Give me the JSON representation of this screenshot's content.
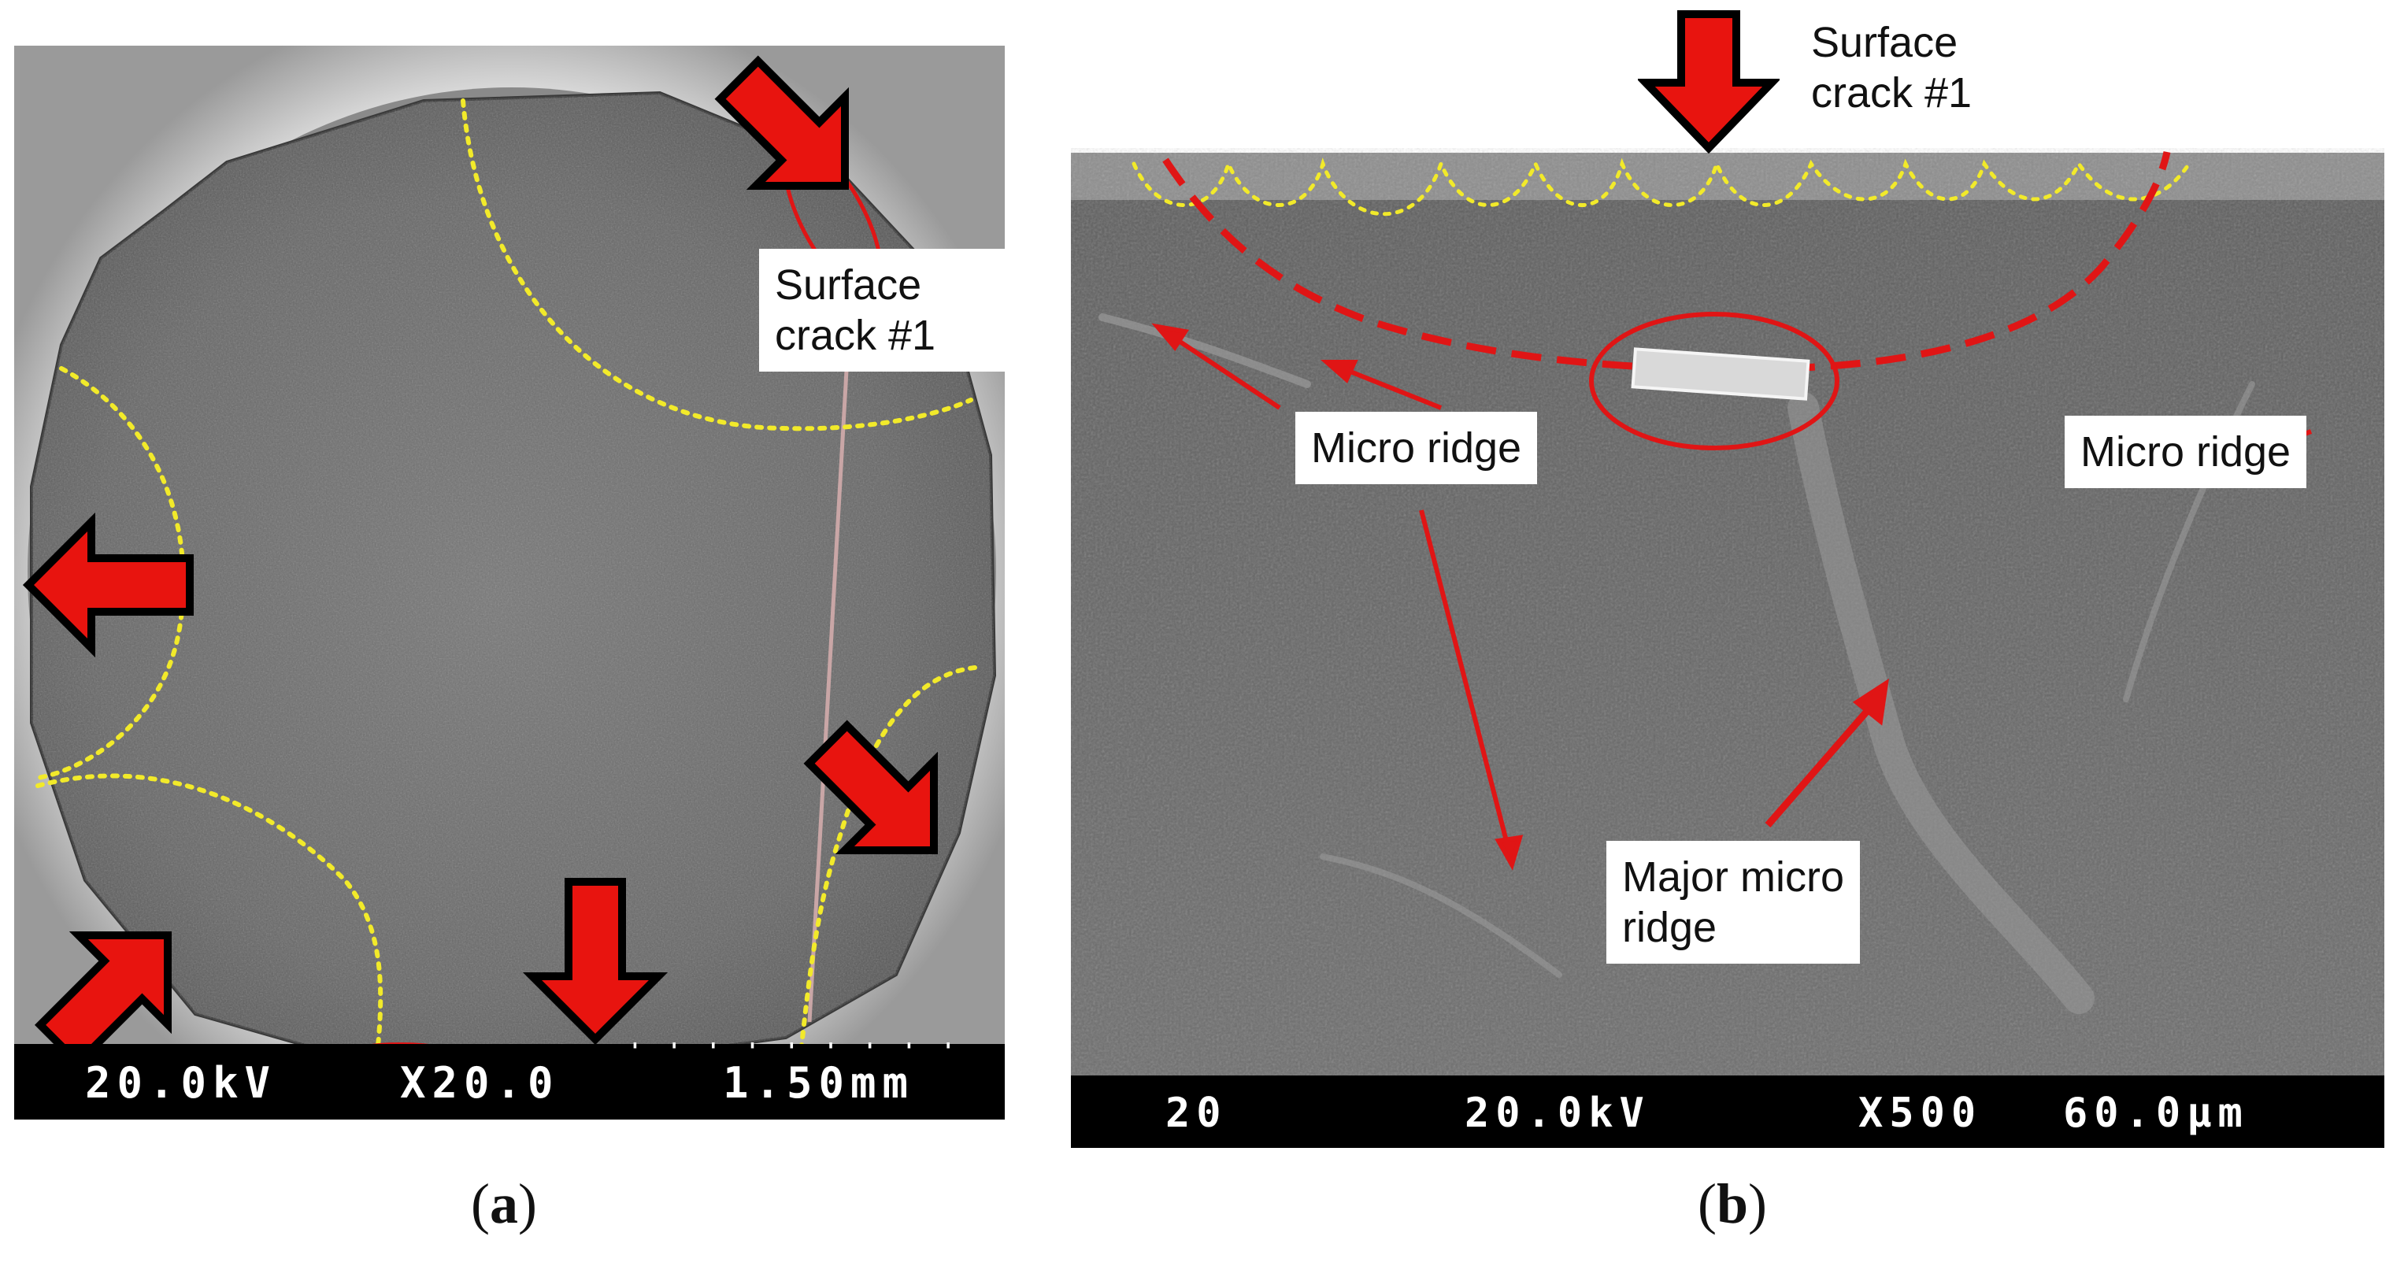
{
  "panel_a": {
    "label_surface_crack": [
      "Surface",
      "crack #1"
    ],
    "scale_bar": {
      "voltage": "20.0kV",
      "magnification": "X20.0",
      "scale": "1.50mm"
    },
    "caption": {
      "open": "(",
      "letter": "a",
      "close": ")"
    }
  },
  "panel_b": {
    "label_surface_crack": [
      "Surface",
      "crack #1"
    ],
    "label_micro_ridge_left": "Micro ridge",
    "label_micro_ridge_right": "Micro ridge",
    "label_major_micro_ridge": [
      "Major micro",
      "ridge"
    ],
    "scale_bar": {
      "id": "20",
      "voltage": "20.0kV",
      "magnification": "X500",
      "scale": "60.0µm"
    },
    "caption": {
      "open": "(",
      "letter": "b",
      "close": ")"
    }
  },
  "colors": {
    "arrow_fill": "#e8140f",
    "arrow_outline": "#000000",
    "dotted_boundary": "#f2ea2a",
    "crack_front": "#e01515",
    "sem_background": "#6b6b6b"
  }
}
